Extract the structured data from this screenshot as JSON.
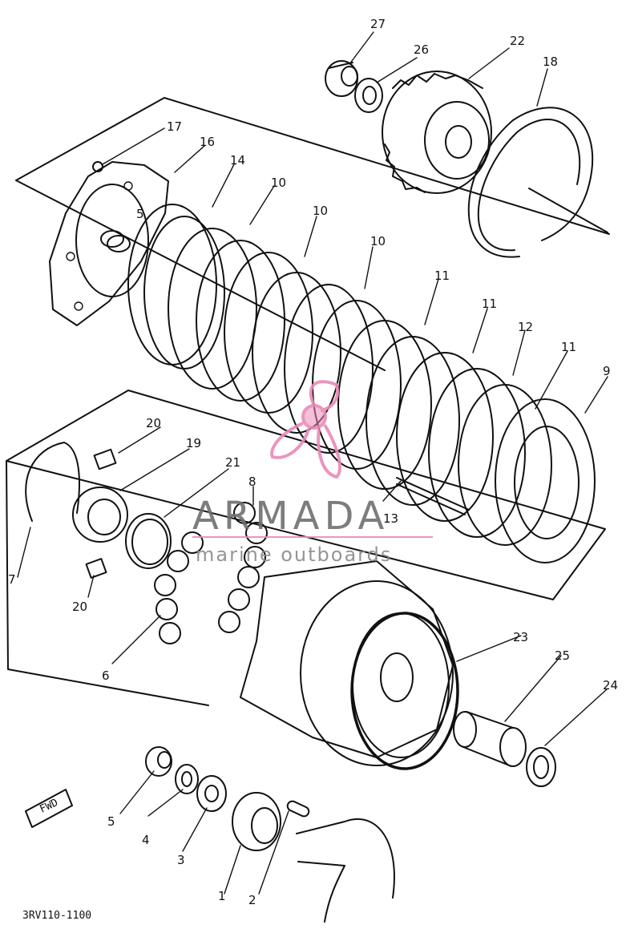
{
  "diagram_code": "3RV110-1100",
  "fwd_label": "FWD",
  "watermark": {
    "brand": "ARMADA",
    "tagline": "marine outboards",
    "logo_color": "#e98ab8",
    "text_color": "#6f6f6f"
  },
  "callouts": {
    "c27": "27",
    "c26": "26",
    "c22": "22",
    "c18": "18",
    "c17": "17",
    "c16": "16",
    "c14": "14",
    "c10a": "10",
    "c10b": "10",
    "c10c": "10",
    "c5a": "5",
    "c11a": "11",
    "c11b": "11",
    "c12": "12",
    "c11c": "11",
    "c9": "9",
    "c20a": "20",
    "c19": "19",
    "c21": "21",
    "c8": "8",
    "c13": "13",
    "c7": "7",
    "c20b": "20",
    "c6": "6",
    "c23": "23",
    "c25": "25",
    "c24": "24",
    "c5b": "5",
    "c4": "4",
    "c3": "3",
    "c1": "1",
    "c2": "2"
  }
}
